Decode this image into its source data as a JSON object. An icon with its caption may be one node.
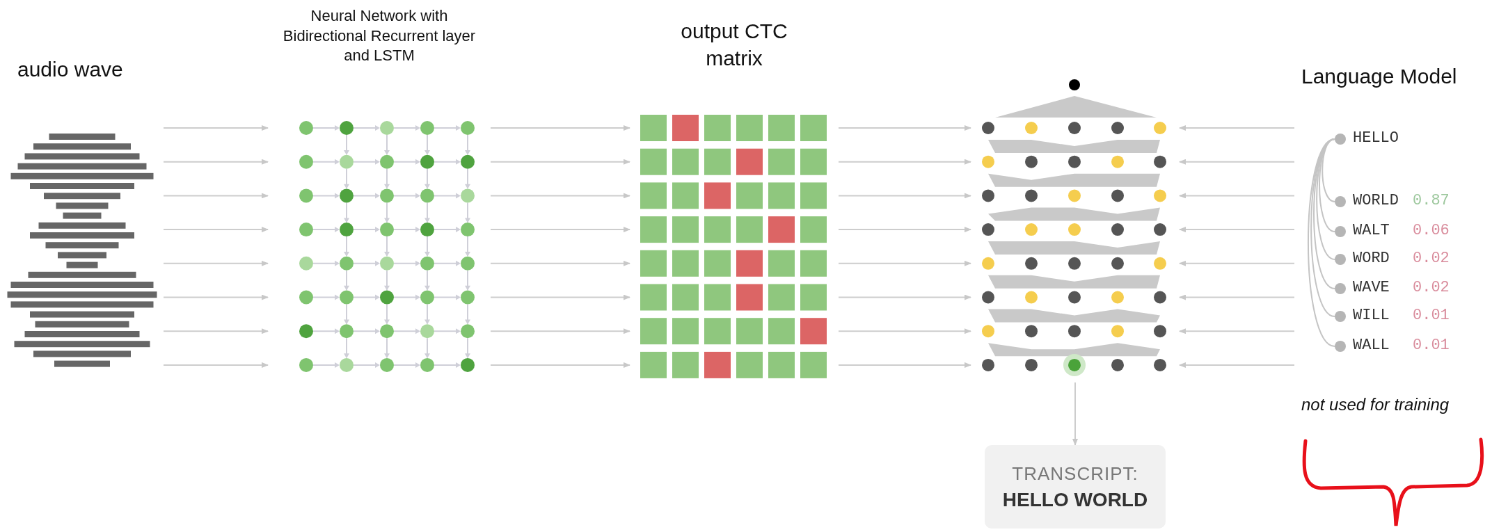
{
  "diagram": {
    "nodes": [
      {
        "text": [
          "audio wave"
        ]
      },
      {
        "text": [
          "Neural Network with Bidirectional Recurrent layer and LSTM"
        ]
      },
      {
        "text": [
          "output CTC matrix"
        ]
      },
      {
        "text": [],
        "shape": "picture"
      },
      {
        "text": [
          "Language Model"
        ]
      },
      {
        "text": [
          "TRANSCRIPT:",
          "HELLO WORLD"
        ]
      },
      {
        "text": [
          "HELLO"
        ],
        "in": 4
      },
      {
        "text": [
          "WORLD"
        ],
        "in": 4
      },
      {
        "text": [
          "WALT"
        ],
        "in": 4
      },
      {
        "text": [
          "WORD"
        ],
        "in": 4
      },
      {
        "text": [
          "WAVE"
        ],
        "in": 4
      },
      {
        "text": [
          "WILL"
        ],
        "in": 4
      },
      {
        "text": [
          "WALL"
        ],
        "in": 4
      }
    ],
    "edges": [
      {
        "from": 0,
        "to": 1,
        "arrow": "to"
      },
      {
        "from": 0,
        "to": 1,
        "arrow": "to"
      },
      {
        "from": 0,
        "to": 1,
        "arrow": "to"
      },
      {
        "from": 0,
        "to": 1,
        "arrow": "to"
      },
      {
        "from": 0,
        "to": 1,
        "arrow": "to"
      },
      {
        "from": 0,
        "to": 1,
        "arrow": "to"
      },
      {
        "from": 0,
        "to": 1,
        "arrow": "to"
      },
      {
        "from": 0,
        "to": 1,
        "arrow": "to"
      },
      {
        "from": 1,
        "to": 2,
        "arrow": "to"
      },
      {
        "from": 1,
        "to": 2,
        "arrow": "to"
      },
      {
        "from": 1,
        "to": 2,
        "arrow": "to"
      },
      {
        "from": 1,
        "to": 2,
        "arrow": "to"
      },
      {
        "from": 1,
        "to": 2,
        "arrow": "to"
      },
      {
        "from": 1,
        "to": 2,
        "arrow": "to"
      },
      {
        "from": 1,
        "to": 2,
        "arrow": "to"
      },
      {
        "from": 1,
        "to": 2,
        "arrow": "to"
      },
      {
        "from": 2,
        "to": 3,
        "arrow": "to"
      },
      {
        "from": 2,
        "to": 3,
        "arrow": "to"
      },
      {
        "from": 2,
        "to": 3,
        "arrow": "to"
      },
      {
        "from": 2,
        "to": 3,
        "arrow": "to"
      },
      {
        "from": 2,
        "to": 3,
        "arrow": "to"
      },
      {
        "from": 2,
        "to": 3,
        "arrow": "to"
      },
      {
        "from": 2,
        "to": 3,
        "arrow": "to"
      },
      {
        "from": 2,
        "to": 3,
        "arrow": "to"
      },
      {
        "from": 4,
        "to": 3,
        "arrow": "to"
      },
      {
        "from": 4,
        "to": 3,
        "arrow": "to"
      },
      {
        "from": 4,
        "to": 3,
        "arrow": "to"
      },
      {
        "from": 4,
        "to": 3,
        "arrow": "to"
      },
      {
        "from": 4,
        "to": 3,
        "arrow": "to"
      },
      {
        "from": 4,
        "to": 3,
        "arrow": "to"
      },
      {
        "from": 4,
        "to": 3,
        "arrow": "to"
      },
      {
        "from": 4,
        "to": 3,
        "arrow": "to"
      },
      {
        "from": 3,
        "to": 5,
        "arrow": "to"
      },
      {
        "from": 6,
        "to": 7,
        "arrow": "none"
      },
      {
        "from": 6,
        "to": 8,
        "arrow": "none"
      },
      {
        "from": 6,
        "to": 9,
        "arrow": "none"
      },
      {
        "from": 6,
        "to": 10,
        "arrow": "none"
      },
      {
        "from": 6,
        "to": 11,
        "arrow": "none"
      },
      {
        "from": 6,
        "to": 12,
        "arrow": "none"
      }
    ],
    "labels": [
      "0.87",
      "0.06",
      "0.02",
      "0.02",
      "0.01",
      "0.01",
      "not used for training"
    ]
  }
}
